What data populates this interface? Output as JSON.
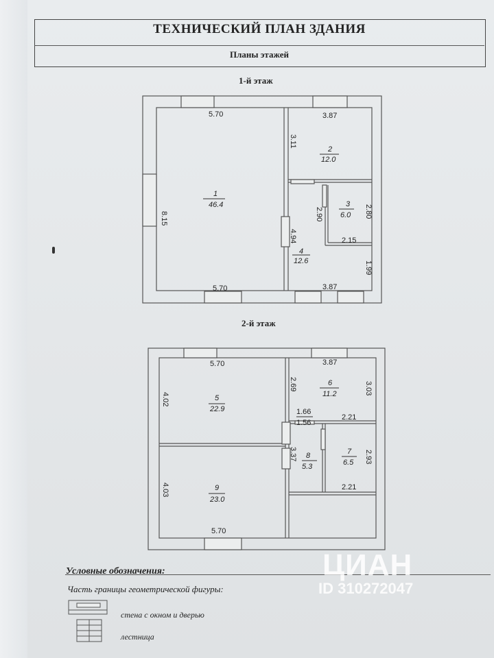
{
  "document": {
    "title": "ТЕХНИЧЕСКИЙ ПЛАН ЗДАНИЯ",
    "subtitle": "Планы этажей"
  },
  "floor1": {
    "label": "1-й этаж",
    "dims": {
      "top_left": "5.70",
      "top_right": "3.87",
      "left": "8.15",
      "mid_upper": "3.11",
      "mid_lower": "4.94",
      "r3_inner": "2.90",
      "r3_right": "2.80",
      "r3_bottom": "2.15",
      "right_lower": "1.99",
      "bottom_left": "5.70",
      "bottom_right": "3.87"
    },
    "rooms": [
      {
        "num": "1",
        "area": "46.4"
      },
      {
        "num": "2",
        "area": "12.0"
      },
      {
        "num": "3",
        "area": "6.0"
      },
      {
        "num": "4",
        "area": "12.6"
      }
    ]
  },
  "floor2": {
    "label": "2-й этаж",
    "dims": {
      "top_left": "5.70",
      "top_right": "3.87",
      "left_upper": "4.02",
      "left_lower": "4.03",
      "mid_upper": "2.69",
      "r6_right": "3.03",
      "h_a": "1.66",
      "h_b": "1.56",
      "r7_top": "2.21",
      "mid_lower": "3.37",
      "r7_right": "2.93",
      "r7_bottom": "2.21",
      "bottom_left": "5.70"
    },
    "rooms": [
      {
        "num": "5",
        "area": "22.9"
      },
      {
        "num": "6",
        "area": "11.2"
      },
      {
        "num": "8",
        "area": "5.3"
      },
      {
        "num": "7",
        "area": "6.5"
      },
      {
        "num": "9",
        "area": "23.0"
      }
    ]
  },
  "legend": {
    "title": "Условные обозначения:",
    "subtitle": "Часть границы геометрической фигуры:",
    "items": [
      {
        "label": "стена с окном и дверью",
        "icon": "wall-window-door-icon"
      },
      {
        "label": "лестница",
        "icon": "stairs-icon"
      }
    ]
  },
  "watermark": {
    "brand": "ЦИАН",
    "id": "ID 310272047"
  },
  "colors": {
    "line": "#555555",
    "paper": "#e3e6e8"
  }
}
